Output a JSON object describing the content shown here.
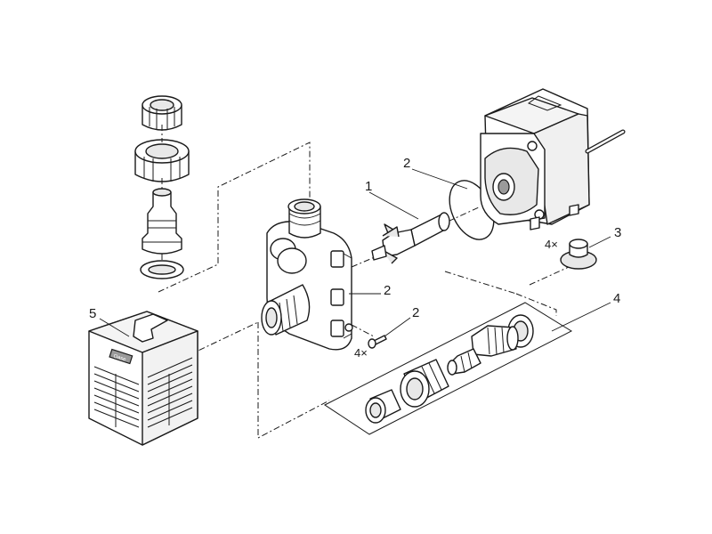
{
  "callouts": {
    "c1": "1",
    "c2_seal": "2",
    "c2_housing": "2",
    "c2_screw": "2",
    "c3": "3",
    "c4": "4",
    "c5": "5",
    "qty_screws": "4×",
    "qty_feet": "4×"
  },
  "cover_logo": "Oase",
  "colors": {
    "line": "#1a1a1a",
    "shade": "#e8e8e8",
    "dark": "#9a9a9a"
  }
}
